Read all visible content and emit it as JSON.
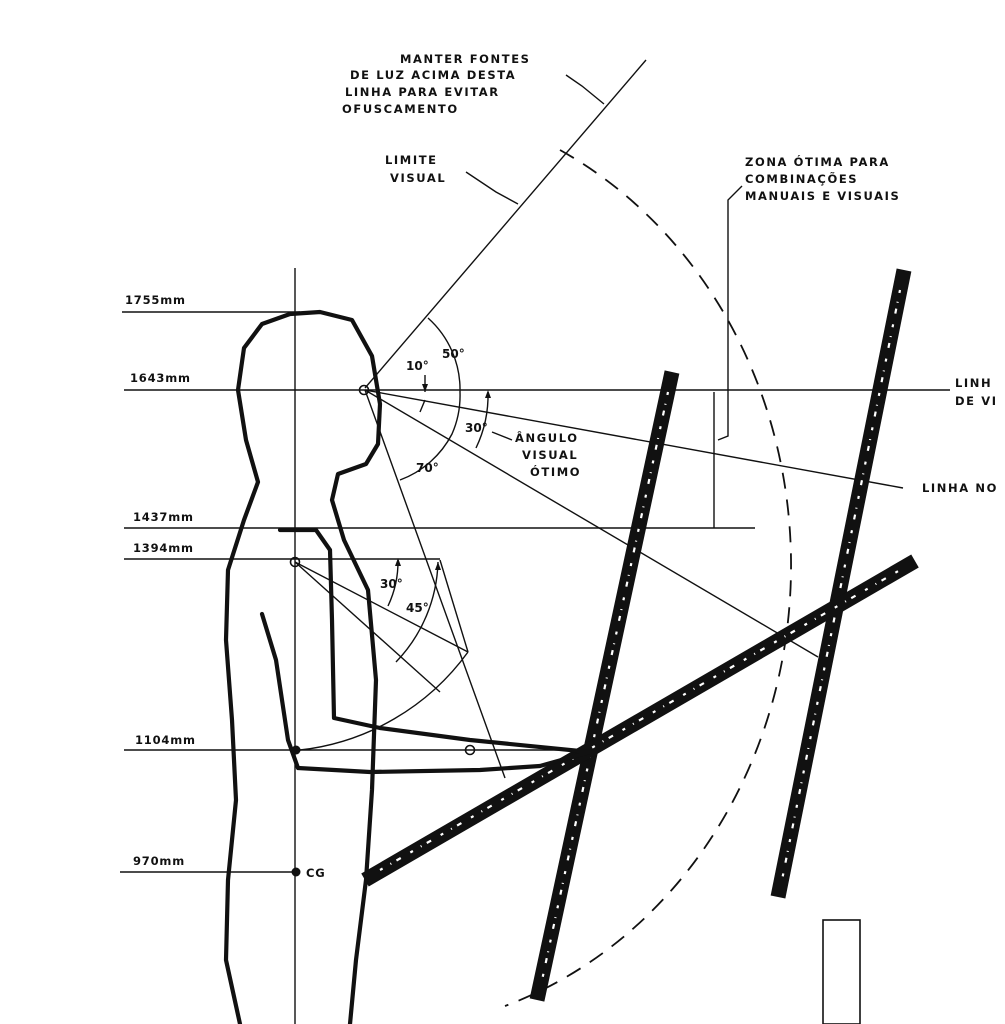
{
  "labels": {
    "light_sources": [
      "MANTER FONTES",
      "DE LUZ ACIMA DESTA",
      "LINHA PARA EVITAR",
      "OFUSCAMENTO"
    ],
    "visual_limit": [
      "LIMITE",
      "VISUAL"
    ],
    "optimal_zone": [
      "ZONA ÓTIMA PARA",
      "COMBINAÇÕES",
      "MANUAIS E VISUAIS"
    ],
    "optimal_angle": [
      "ÂNGULO",
      "VISUAL",
      "ÓTIMO"
    ],
    "horizontal_line_cut": [
      "LINH",
      "DE VI"
    ],
    "normal_line_cut": "LINHA NO",
    "center_of_gravity": "CG"
  },
  "heights": {
    "h1755": "1755mm",
    "h1643": "1643mm",
    "h1437": "1437mm",
    "h1394": "1394mm",
    "h1104": "1104mm",
    "h970": "970mm"
  },
  "angles": {
    "a10": "10°",
    "a50": "50°",
    "a30_eye": "30°",
    "a70": "70°",
    "a30_shoulder": "30°",
    "a45": "45°"
  }
}
